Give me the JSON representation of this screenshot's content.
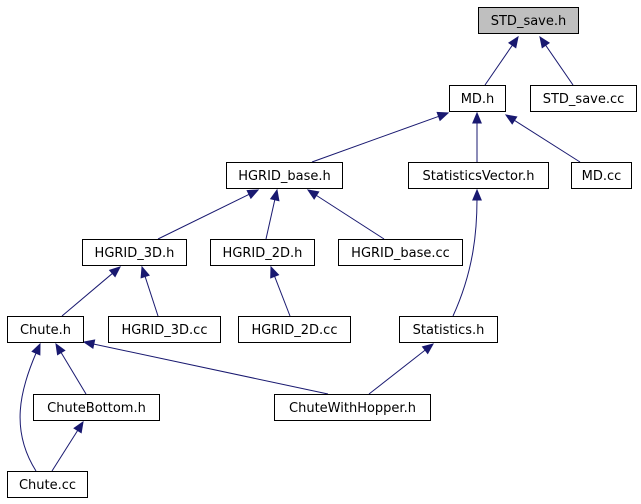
{
  "colors": {
    "edge": "#191970",
    "root_fill": "#bfbfbf",
    "node_fill": "#ffffff",
    "node_border": "#000000"
  },
  "nodes": [
    {
      "id": "std_save_h",
      "label": "STD_save.h",
      "root": true
    },
    {
      "id": "md_h",
      "label": "MD.h"
    },
    {
      "id": "std_save_cc",
      "label": "STD_save.cc"
    },
    {
      "id": "hgrid_base_h",
      "label": "HGRID_base.h"
    },
    {
      "id": "statistics_vector_h",
      "label": "StatisticsVector.h"
    },
    {
      "id": "md_cc",
      "label": "MD.cc"
    },
    {
      "id": "hgrid_3d_h",
      "label": "HGRID_3D.h"
    },
    {
      "id": "hgrid_2d_h",
      "label": "HGRID_2D.h"
    },
    {
      "id": "hgrid_base_cc",
      "label": "HGRID_base.cc"
    },
    {
      "id": "chute_h",
      "label": "Chute.h"
    },
    {
      "id": "hgrid_3d_cc",
      "label": "HGRID_3D.cc"
    },
    {
      "id": "hgrid_2d_cc",
      "label": "HGRID_2D.cc"
    },
    {
      "id": "statistics_h",
      "label": "Statistics.h"
    },
    {
      "id": "chute_bottom_h",
      "label": "ChuteBottom.h"
    },
    {
      "id": "chute_with_hopper_h",
      "label": "ChuteWithHopper.h"
    },
    {
      "id": "chute_cc",
      "label": "Chute.cc"
    }
  ],
  "edges": [
    {
      "from": "md_h",
      "to": "std_save_h"
    },
    {
      "from": "std_save_cc",
      "to": "std_save_h"
    },
    {
      "from": "hgrid_base_h",
      "to": "md_h"
    },
    {
      "from": "statistics_vector_h",
      "to": "md_h"
    },
    {
      "from": "md_cc",
      "to": "md_h"
    },
    {
      "from": "hgrid_3d_h",
      "to": "hgrid_base_h"
    },
    {
      "from": "hgrid_2d_h",
      "to": "hgrid_base_h"
    },
    {
      "from": "hgrid_base_cc",
      "to": "hgrid_base_h"
    },
    {
      "from": "statistics_h",
      "to": "statistics_vector_h"
    },
    {
      "from": "chute_h",
      "to": "hgrid_3d_h"
    },
    {
      "from": "hgrid_3d_cc",
      "to": "hgrid_3d_h"
    },
    {
      "from": "hgrid_2d_cc",
      "to": "hgrid_2d_h"
    },
    {
      "from": "chute_with_hopper_h",
      "to": "statistics_h"
    },
    {
      "from": "chute_bottom_h",
      "to": "chute_h"
    },
    {
      "from": "chute_with_hopper_h",
      "to": "chute_h"
    },
    {
      "from": "chute_cc",
      "to": "chute_h"
    },
    {
      "from": "chute_cc",
      "to": "chute_bottom_h"
    }
  ]
}
